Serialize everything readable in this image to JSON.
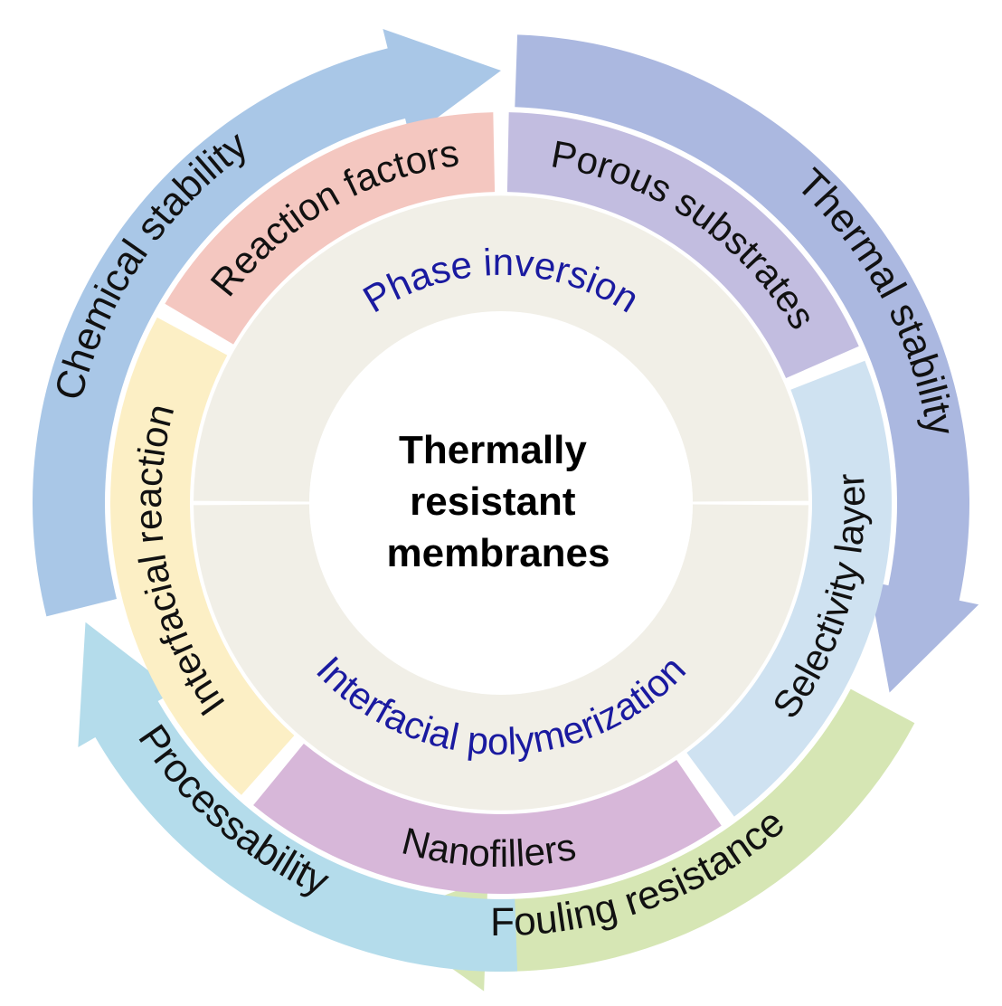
{
  "center": {
    "lines": [
      "Thermally",
      "resistant",
      "membranes"
    ]
  },
  "inner_ring": {
    "items": [
      {
        "label": "Phase inversion",
        "color": "#f1efe7"
      },
      {
        "label": "Interfacial polymerization",
        "color": "#f1efe7"
      }
    ],
    "text_color": "#1a1aa0"
  },
  "middle_ring": {
    "items": [
      {
        "label": "Reaction factors",
        "color": "#f4c7c0"
      },
      {
        "label": "Porous substrates",
        "color": "#c2bde0"
      },
      {
        "label": "Selectivity layer",
        "color": "#cfe2f1"
      },
      {
        "label": "Nanofillers",
        "color": "#d7b7d9"
      },
      {
        "label": "Interfacial reaction",
        "color": "#fcefc5"
      }
    ]
  },
  "outer_ring": {
    "items": [
      {
        "label": "Chemical stability",
        "color": "#a9c7e7"
      },
      {
        "label": "Thermal stability",
        "color": "#abb8e0"
      },
      {
        "label": "Fouling resistance",
        "color": "#d6e6b4"
      },
      {
        "label": "Processability",
        "color": "#b4dceb"
      }
    ]
  }
}
